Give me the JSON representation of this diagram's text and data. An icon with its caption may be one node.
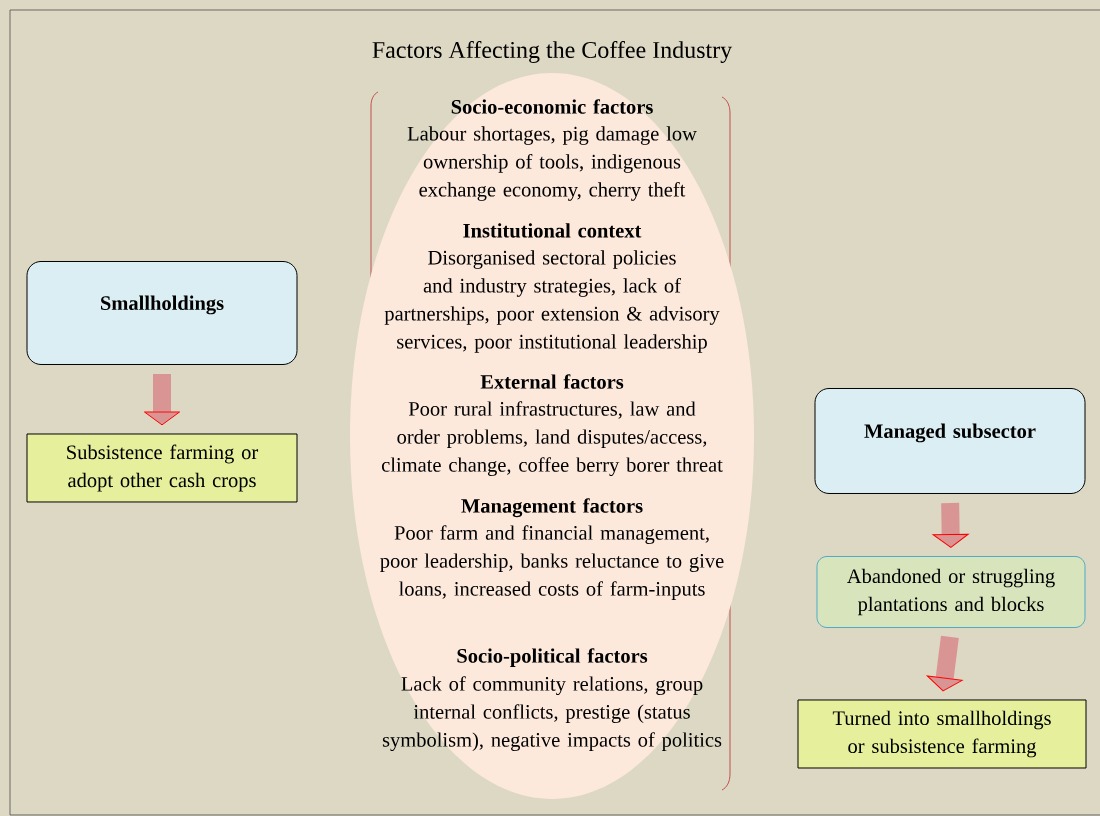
{
  "diagram": {
    "title": "Factors Affecting the Coffee Industry",
    "nodes": [
      {
        "text": [
          "Smallholdings"
        ]
      },
      {
        "text": [
          "Subsistence farming or adopt other cash crops"
        ]
      },
      {
        "text": [
          "Socio-economic factors",
          "Labour shortages, pig damage low ownership of tools, indigenous exchange economy, cherry theft",
          "Institutional context",
          "Disorganised sectoral policies and industry strategies, lack of partnerships, poor extension & advisory services, poor institutional leadership",
          "External factors",
          "Poor rural infrastructures, law and order problems, land disputes/access, climate change, coffee berry borer threat",
          "Management factors",
          "Poor farm and financial management, poor leadership, banks reluctance to give loans, increased costs of farm-inputs",
          "Socio-political factors",
          "Lack of community relations, group internal conflicts, prestige (status symbolism), negative impacts of politics"
        ]
      },
      {
        "text": [
          "Managed subsector"
        ]
      },
      {
        "text": [
          "Abandoned or struggling plantations and blocks"
        ]
      },
      {
        "text": [
          "Turned into smallholdings or subsistence farming"
        ]
      }
    ],
    "edges": [
      {
        "from": 0,
        "to": 1,
        "arrow": "to"
      },
      {
        "from": 3,
        "to": 4,
        "arrow": "to"
      },
      {
        "from": 4,
        "to": 5,
        "arrow": "to"
      }
    ]
  }
}
